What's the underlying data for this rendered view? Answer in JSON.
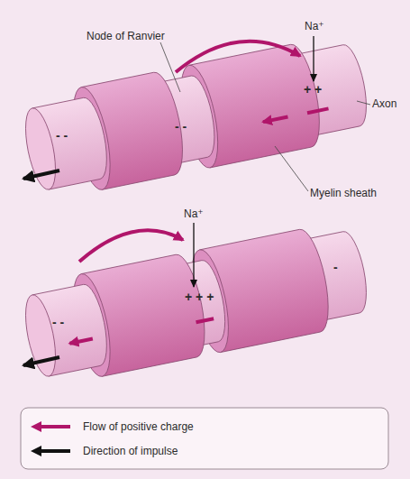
{
  "diagram": {
    "labels": [
      "Node of Ranvier",
      "Na⁺",
      "+ +",
      "Axon",
      "- -",
      "- -",
      "Myelin sheath",
      "Na⁺",
      "+ + +",
      "- -",
      "-"
    ],
    "legend": [
      {
        "text": "Flow of positive charge"
      },
      {
        "text": "Direction of impulse"
      }
    ]
  }
}
